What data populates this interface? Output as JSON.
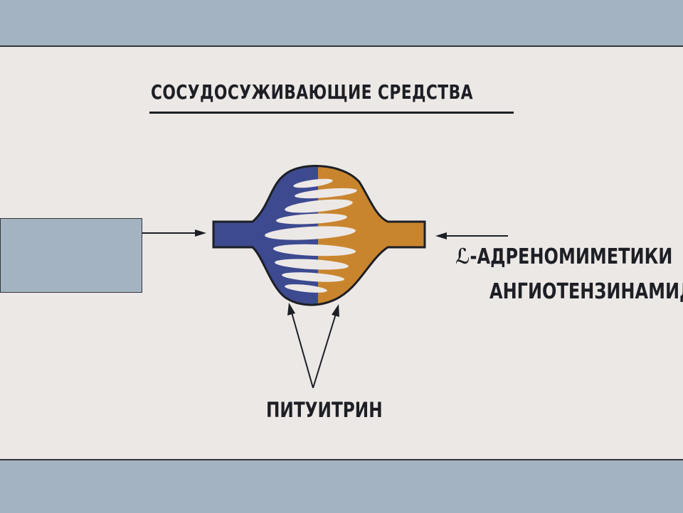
{
  "title": "СОСУДОСУЖИВАЮЩИЕ СРЕДСТВА",
  "labels": {
    "alpha_adrenomimetics": "ℒ-АДРЕНОМИМЕТИКИ",
    "angiotensinamide": "АНГИОТЕНЗИНАМИД",
    "pituitrin": "ПИТУИТРИН"
  },
  "colors": {
    "vessel_left": "#3d4a8f",
    "vessel_right": "#c9852e",
    "outline": "#1d1f25",
    "background": "#ece8e6",
    "frame": "#a3b3c2"
  }
}
